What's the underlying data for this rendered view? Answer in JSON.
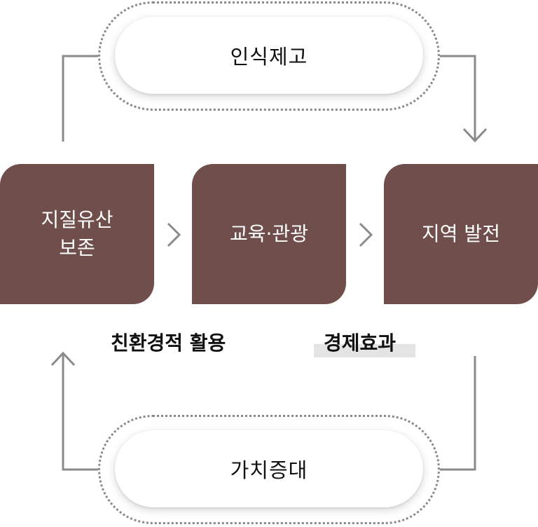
{
  "top_pill": {
    "label": "인식제고"
  },
  "bottom_pill": {
    "label": "가치증대"
  },
  "boxes": [
    {
      "line1": "지질유산",
      "line2": "보존"
    },
    {
      "line1": "교육·관광",
      "line2": ""
    },
    {
      "line1": "지역 발전",
      "line2": ""
    }
  ],
  "labels": {
    "eco_use": "친환경적 활용",
    "economic_effect": "경제효과"
  },
  "colors": {
    "box_fill": "#6f4e4c",
    "connector": "#8a8a8a",
    "highlight": "#e4e4e4"
  }
}
